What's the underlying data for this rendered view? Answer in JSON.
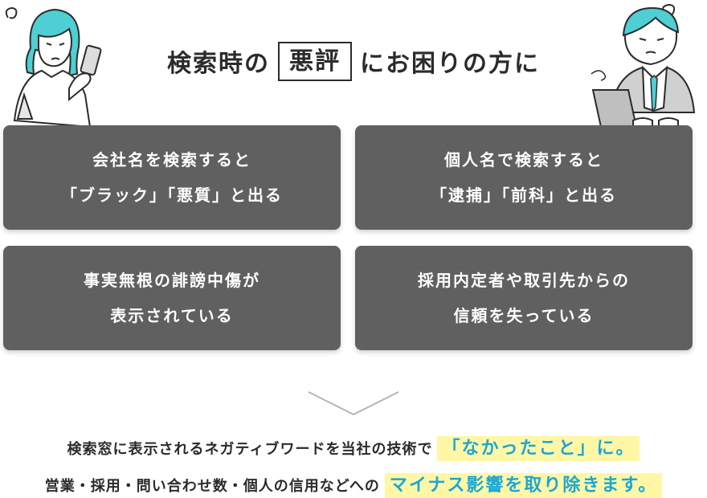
{
  "headline": {
    "before": "検索時の",
    "boxed": "悪評",
    "after": "にお困りの方に"
  },
  "cards": [
    {
      "line1": "会社名を検索すると",
      "line2": "「ブラック」「悪質」と出る"
    },
    {
      "line1": "個人名で検索すると",
      "line2": "「逮捕」「前科」と出る"
    },
    {
      "line1": "事実無根の誹謗中傷が",
      "line2": "表示されている"
    },
    {
      "line1": "採用内定者や取引先からの",
      "line2": "信頼を失っている"
    }
  ],
  "summary": {
    "line1_text": "検索窓に表示されるネガティブワードを当社の技術で",
    "line1_highlight": "「なかったこと」に。",
    "line2_text": "営業・採用・問い合わせ数・個人の信用などへの",
    "line2_highlight": "マイナス影響を取り除きます。"
  },
  "colors": {
    "card_bg": "#606060",
    "highlight_bg": "#fff7a6",
    "highlight_text": "#1ba6d6",
    "accent": "#4ecfd3"
  },
  "icons": [
    "woman-with-phone-illustration",
    "man-with-laptop-illustration",
    "chevron-down-icon"
  ]
}
